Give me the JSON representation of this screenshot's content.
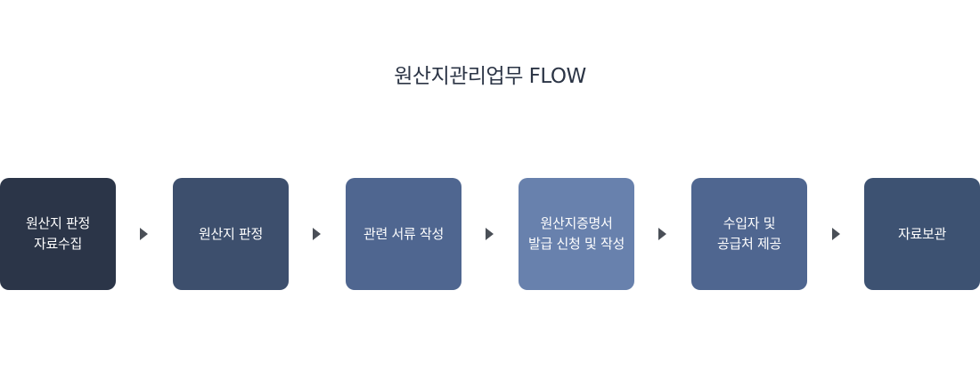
{
  "title": "원산지관리업무 FLOW",
  "steps": [
    {
      "label": "원산지 판정\n자료수집",
      "color": "#2b3548"
    },
    {
      "label": "원산지 판정",
      "color": "#3d4f6d"
    },
    {
      "label": "관련 서류 작성",
      "color": "#4f6690"
    },
    {
      "label": "원산지증명서\n발급 신청 및 작성",
      "color": "#6881ad"
    },
    {
      "label": "수입자 및\n공급처 제공",
      "color": "#4f6690"
    },
    {
      "label": "자료보관",
      "color": "#3d5272"
    }
  ],
  "connector": {
    "icon": "arrow-right-icon",
    "color": "#4a4f57"
  }
}
